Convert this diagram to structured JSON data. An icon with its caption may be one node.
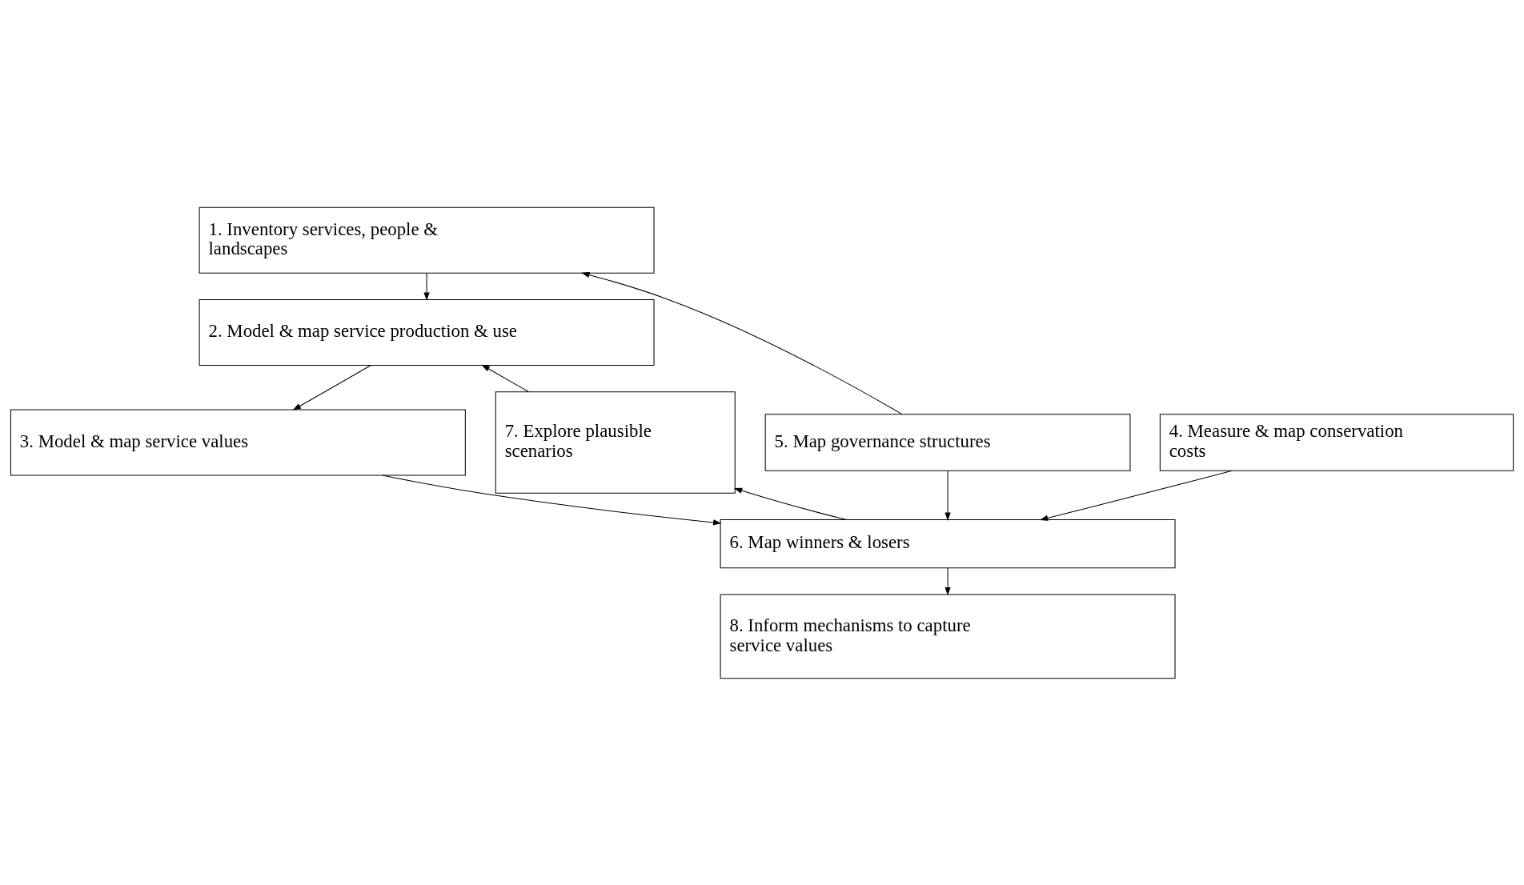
{
  "diagram": {
    "nodes": [
      {
        "text": [
          "1. Inventory services, people & landscapes"
        ]
      },
      {
        "text": [
          "2. Model & map service production & use"
        ]
      },
      {
        "text": [
          "7. Explore plausible scenarios"
        ]
      },
      {
        "text": [
          "3. Model & map service values"
        ]
      },
      {
        "text": [
          "4. Measure & map conservation costs"
        ]
      },
      {
        "text": [
          "5. Map governance structures"
        ]
      },
      {
        "text": [
          "6. Map winners & losers"
        ]
      },
      {
        "text": [
          "8. Inform mechanisms to capture service values"
        ]
      }
    ],
    "edges": [
      {
        "from": 0,
        "to": 1,
        "arrow": "to"
      },
      {
        "from": 1,
        "to": 3,
        "arrow": "to"
      },
      {
        "from": 3,
        "to": 6,
        "arrow": "to"
      },
      {
        "from": 4,
        "to": 6,
        "arrow": "to"
      },
      {
        "from": 5,
        "to": 6,
        "arrow": "to"
      },
      {
        "from": 5,
        "to": 0,
        "arrow": "to"
      },
      {
        "from": 6,
        "to": 2,
        "arrow": "to"
      },
      {
        "from": 2,
        "to": 1,
        "arrow": "to"
      },
      {
        "from": 6,
        "to": 7,
        "arrow": "to"
      }
    ]
  }
}
